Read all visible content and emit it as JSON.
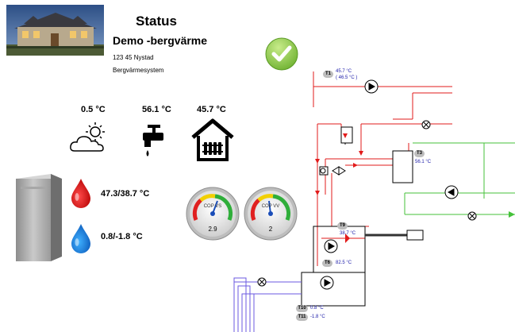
{
  "header": {
    "title": "Status",
    "site_name": "Demo -bergvärme",
    "address": "123 45 Nystad",
    "system_type": "Bergvärmesystem"
  },
  "status_icon": "checkmark-ok-icon",
  "readings": {
    "outdoor": "0.5 °C",
    "tap_water": "56.1 °C",
    "indoor": "45.7 °C",
    "hot_side": "47.3/38.7 °C",
    "cold_side": "0.8/-1.8 °C"
  },
  "gauges": {
    "vs": {
      "label": "COP VS",
      "value": "2.9"
    },
    "vv": {
      "label": "COP VV",
      "value": "2"
    }
  },
  "sensors": {
    "t1": {
      "tag": "T1",
      "value": "45.7 °C",
      "value2": "( 46.5 °C )"
    },
    "t3": {
      "tag": "T3",
      "value": "56.1 °C"
    },
    "t9": {
      "tag": "T9",
      "value": "38.7 °C"
    },
    "t6": {
      "tag": "T6",
      "value": "82.5 °C"
    },
    "t10": {
      "tag": "T10",
      "value": "0.8 °C"
    },
    "t11": {
      "tag": "T11",
      "value": "-1.8 °C"
    }
  },
  "colors": {
    "hot_line": "#e21b1b",
    "ground_line": "#45c23a",
    "brine_line": "#6b5ae0",
    "sensor_value": "#1a1aa8",
    "check_green": "#7cc03a"
  }
}
